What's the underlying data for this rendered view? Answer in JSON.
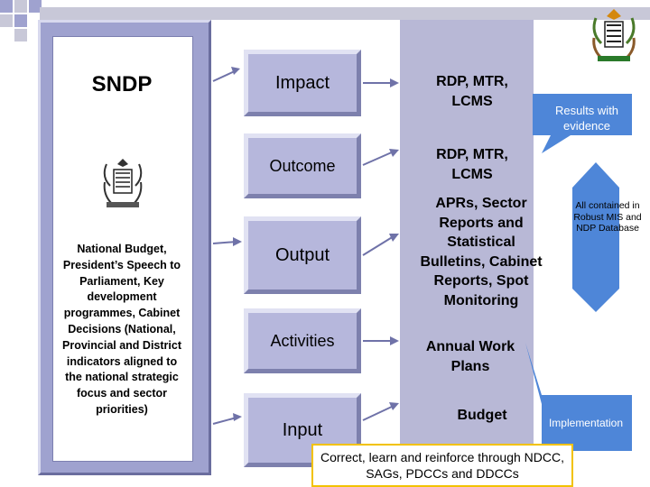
{
  "left": {
    "title": "SNDP",
    "description": "National Budget, President’s Speech to Parliament, Key development programmes, Cabinet Decisions (National, Provincial and District indicators aligned to the national strategic focus and sector priorities)"
  },
  "levels": [
    {
      "label": "Impact"
    },
    {
      "label": "Outcome"
    },
    {
      "label": "Output"
    },
    {
      "label": "Activities"
    },
    {
      "label": "Input"
    }
  ],
  "sources": {
    "impact": "RDP, MTR, LCMS",
    "outcome": "RDP, MTR, LCMS",
    "output": "APRs, Sector Reports and Statistical Bulletins, Cabinet Reports, Spot Monitoring",
    "activities": "Annual Work Plans",
    "input": "Budget"
  },
  "callouts": {
    "results": "Results with evidence",
    "database": "All contained in Robust MIS and NDP Database",
    "implementation": "Implementation"
  },
  "footer": "Correct, learn and reinforce through NDCC, SAGs, PDCCs and DDCCs",
  "colors": {
    "panel": "#9fa2cf",
    "box": "#b6b7dc",
    "callout": "#4e86d8",
    "footer_border": "#f2c200"
  }
}
